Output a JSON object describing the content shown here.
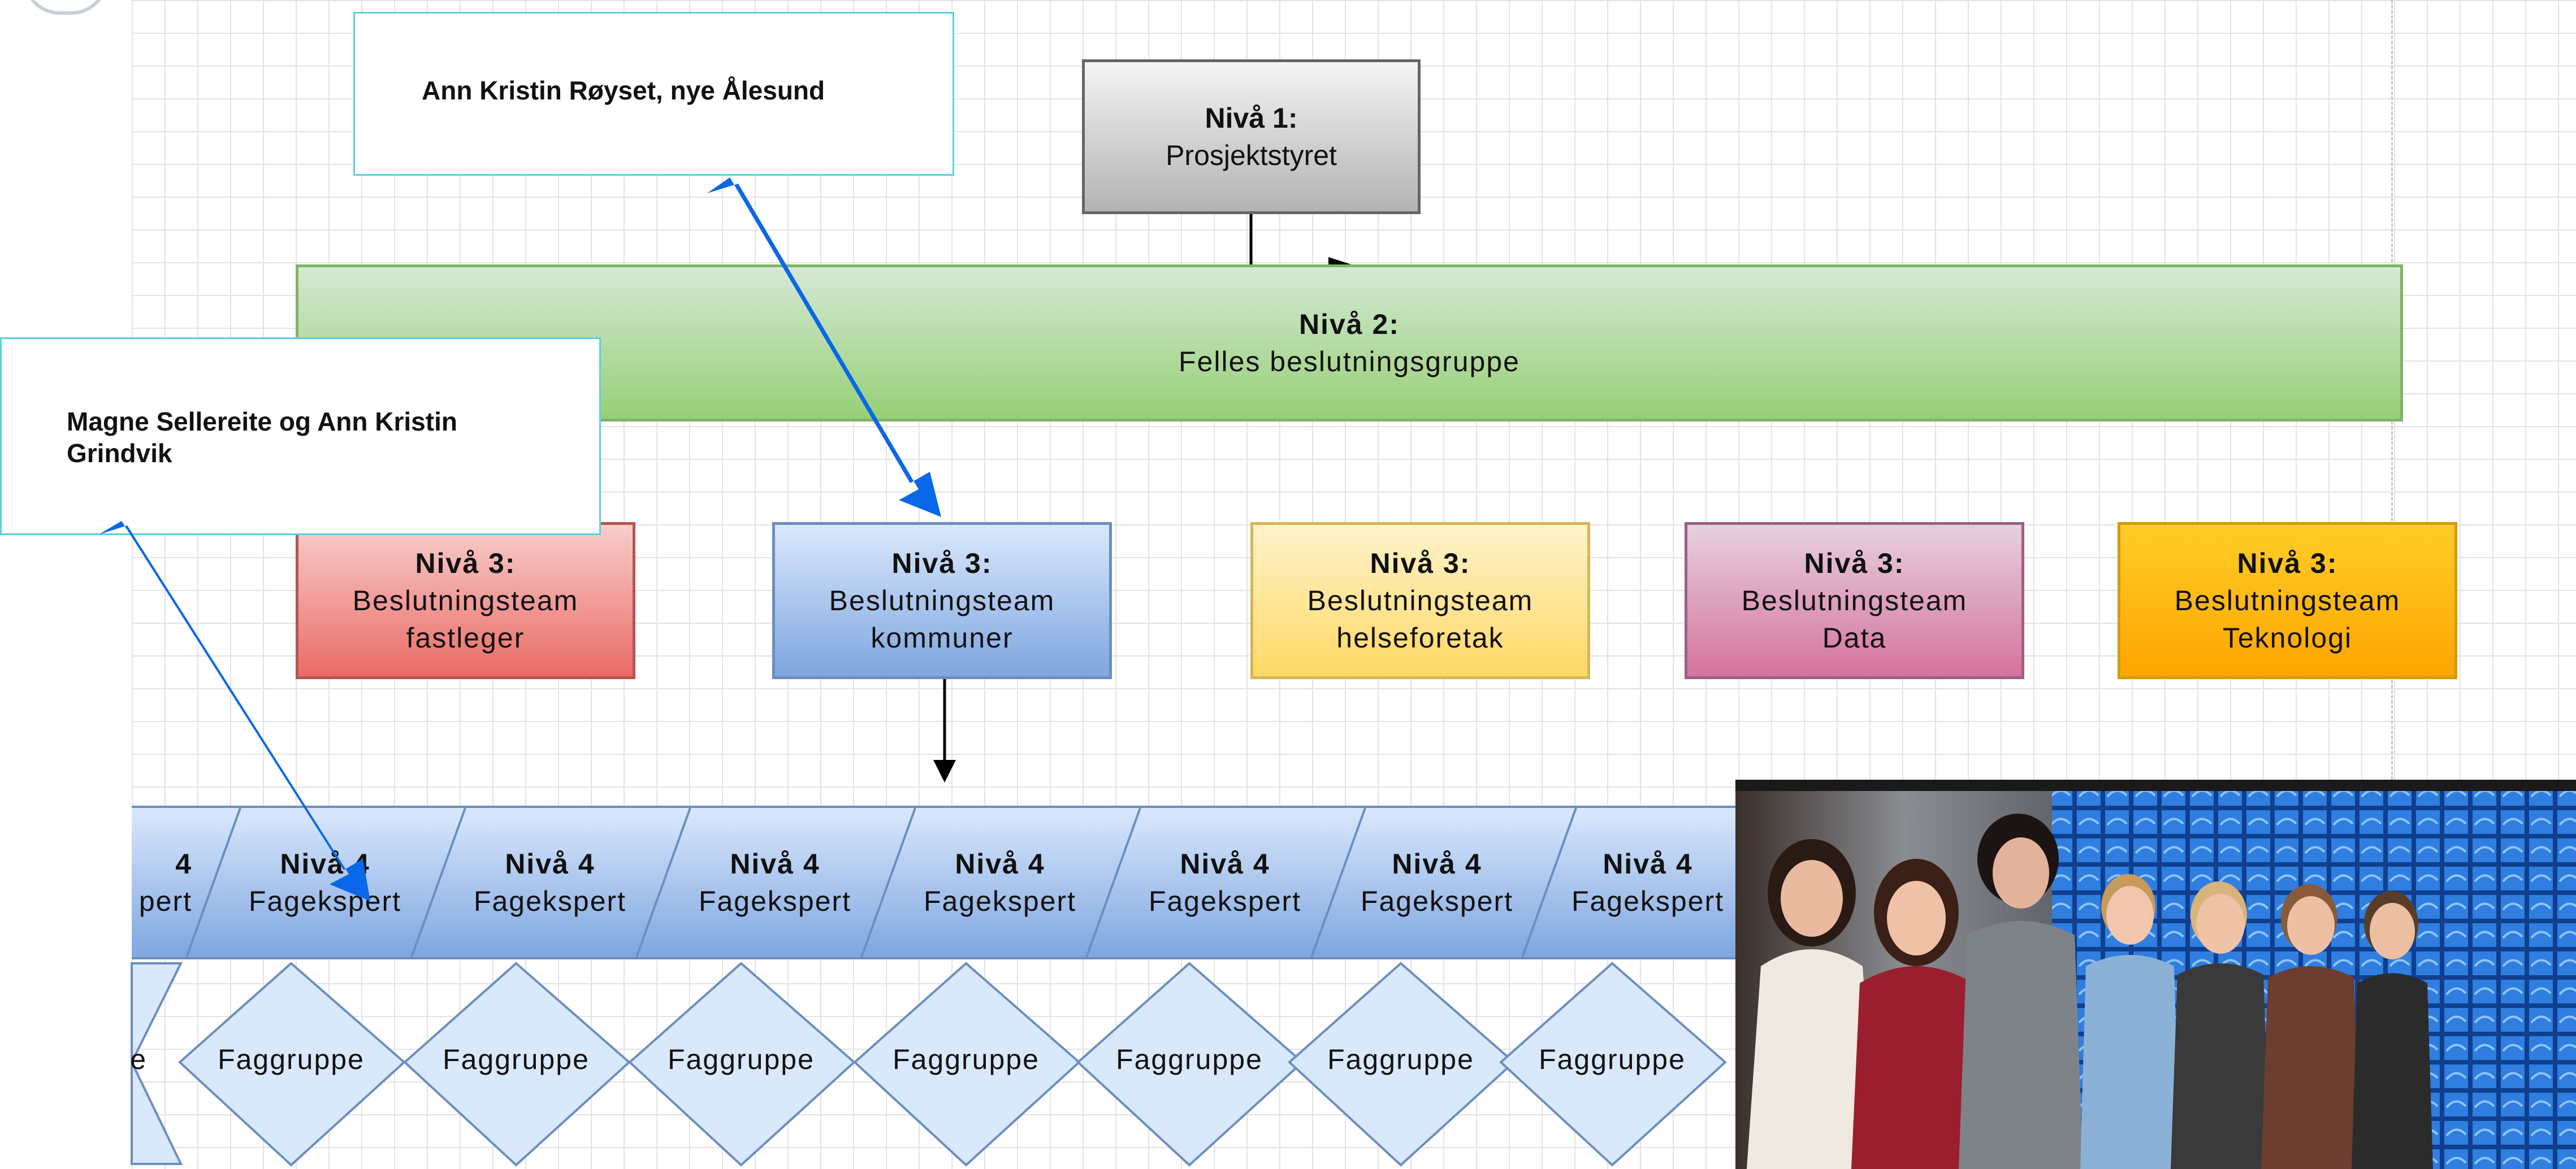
{
  "level1": {
    "heading": "Nivå 1:",
    "name": "Prosjektstyret"
  },
  "level2": {
    "heading": "Nivå 2:",
    "name": "Felles beslutningsgruppe"
  },
  "level3": [
    {
      "heading": "Nivå 3:",
      "line1": "Beslutningsteam",
      "line2": "fastleger",
      "color": "#ea6b66"
    },
    {
      "heading": "Nivå 3:",
      "line1": "Beslutningsteam",
      "line2": "kommuner",
      "color": "#7ea6e0"
    },
    {
      "heading": "Nivå 3:",
      "line1": "Beslutningsteam",
      "line2": "helseforetak",
      "color": "#ffd966"
    },
    {
      "heading": "Nivå 3:",
      "line1": "Beslutningsteam",
      "line2": "Data",
      "color": "#d5739d"
    },
    {
      "heading": "Nivå 3:",
      "line1": "Beslutningsteam",
      "line2": "Teknologi",
      "color": "#ffa500"
    }
  ],
  "level4": {
    "partial": {
      "heading": "4",
      "role": "pert"
    },
    "items": [
      {
        "heading": "Nivå 4",
        "role": "Fagekspert"
      },
      {
        "heading": "Nivå 4",
        "role": "Fagekspert"
      },
      {
        "heading": "Nivå 4",
        "role": "Fagekspert"
      },
      {
        "heading": "Nivå 4",
        "role": "Fagekspert"
      },
      {
        "heading": "Nivå 4",
        "role": "Fagekspert"
      },
      {
        "heading": "Nivå 4",
        "role": "Fagekspert"
      },
      {
        "heading": "Nivå 4",
        "role": "Fagekspert"
      }
    ]
  },
  "groups": {
    "partial": "e",
    "items": [
      "Faggruppe",
      "Faggruppe",
      "Faggruppe",
      "Faggruppe",
      "Faggruppe",
      "Faggruppe",
      "Faggruppe"
    ]
  },
  "callouts": {
    "top": "Ann Kristin Røyset, nye Ålesund",
    "left_line1": "Magne Sellereite og Ann Kristin",
    "left_line2": "Grindvik",
    "arrow_color": "#0a67e8"
  },
  "photo": {
    "subject": "group-photo-of-seven-women"
  }
}
